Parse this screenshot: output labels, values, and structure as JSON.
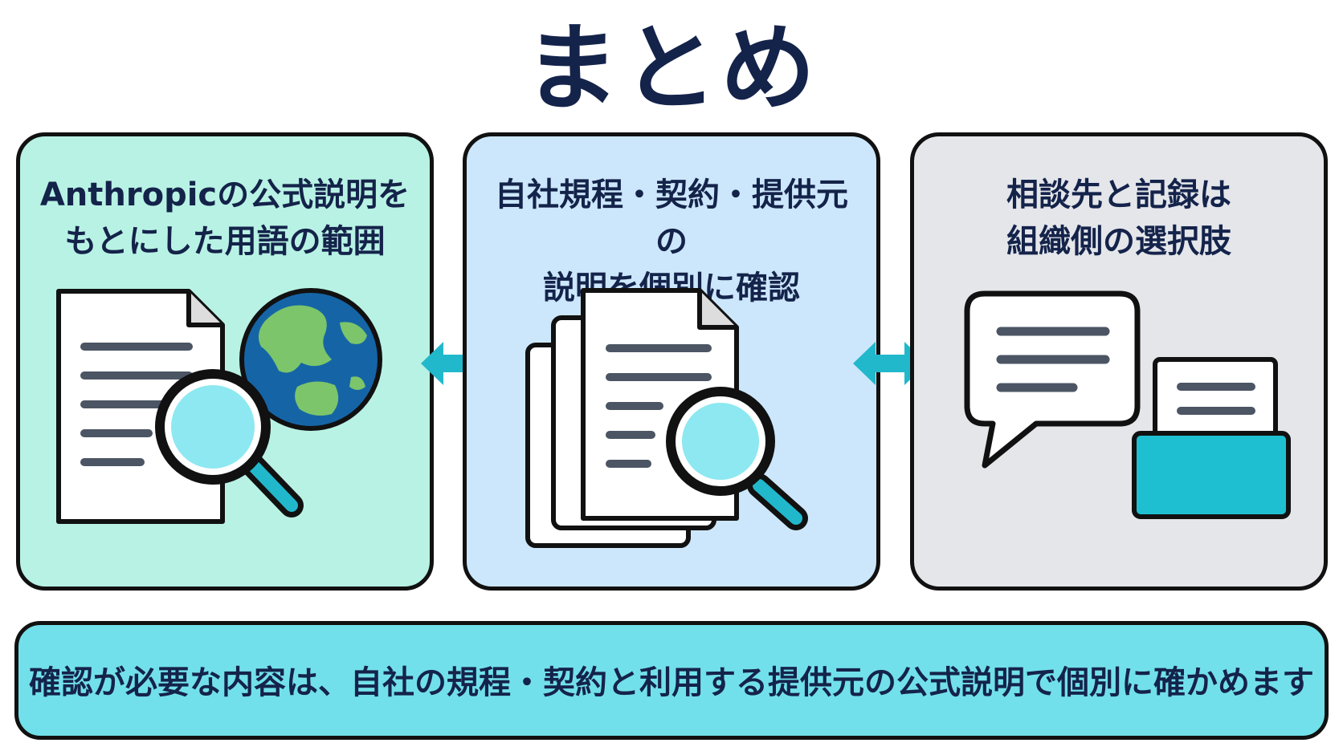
{
  "title": "まとめ",
  "cards": [
    {
      "lines": [
        "Anthropicの公式説明を",
        "もとにした用語の範囲"
      ],
      "icons": [
        "document-icon",
        "magnifier-icon",
        "globe-icon"
      ]
    },
    {
      "lines": [
        "自社規程・契約・提供元の",
        "説明を個別に確認"
      ],
      "icons": [
        "document-stack-icon",
        "magnifier-icon"
      ]
    },
    {
      "lines": [
        "相談先と記録は",
        "組織側の選択肢"
      ],
      "icons": [
        "speech-bubble-icon",
        "file-tray-icon"
      ]
    }
  ],
  "connectors": [
    "double-arrow-icon",
    "double-arrow-icon"
  ],
  "banner": {
    "text": "確認が必要な内容は、自社の規程・契約と利用する提供元の公式説明で個別に確かめます"
  },
  "colors": {
    "navy_text": "#14234a",
    "card_green": "#b8f2e4",
    "card_blue": "#cce7fb",
    "card_gray": "#e4e6ea",
    "banner_cyan": "#72e0ea",
    "accent_teal": "#22b8cc",
    "line_gray": "#4b5563",
    "outline": "#111111"
  }
}
